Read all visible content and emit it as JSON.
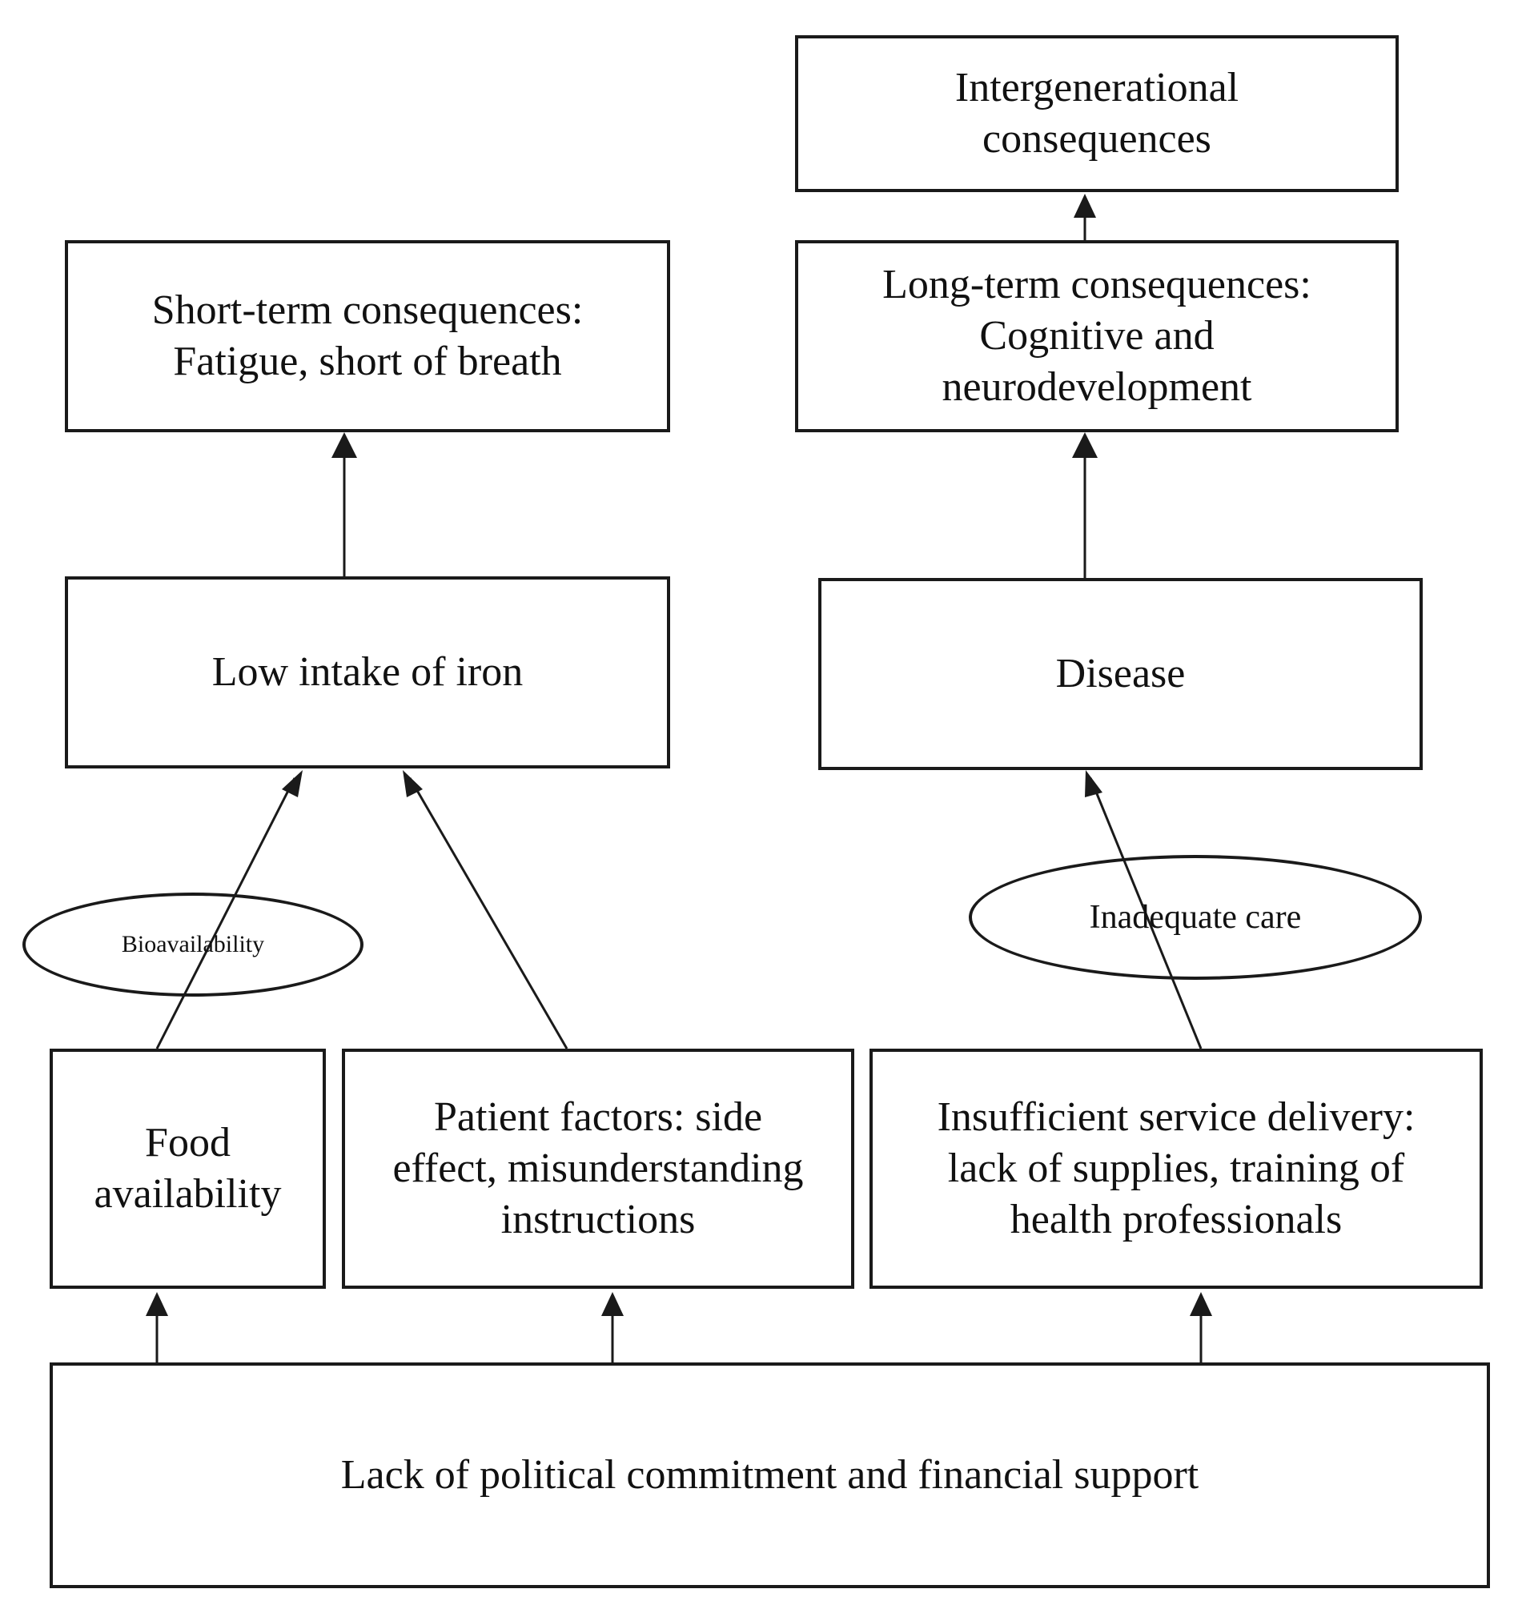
{
  "nodes": {
    "intergenerational": "Intergenerational\nconsequences",
    "long_term": "Long-term consequences:\nCognitive and\nneurodevelopment",
    "short_term": "Short-term consequences:\nFatigue, short of breath",
    "low_intake": "Low intake of iron",
    "disease": "Disease",
    "food": "Food\navailability",
    "patient": "Patient factors: side\neffect, misunderstanding\ninstructions",
    "service": "Insufficient service delivery:\nlack of supplies, training of\nhealth professionals",
    "political": "Lack of political commitment and financial support"
  },
  "modifiers": {
    "bioavailability": "Bioavailability",
    "inadequate_care": "Inadequate care"
  },
  "edges": [
    {
      "from": "long_term",
      "to": "intergenerational"
    },
    {
      "from": "low_intake",
      "to": "short_term"
    },
    {
      "from": "disease",
      "to": "long_term"
    },
    {
      "from": "food",
      "to": "low_intake",
      "label": "bioavailability"
    },
    {
      "from": "patient",
      "to": "low_intake"
    },
    {
      "from": "service",
      "to": "disease",
      "label": "inadequate_care"
    },
    {
      "from": "political",
      "to": "food"
    },
    {
      "from": "political",
      "to": "patient"
    },
    {
      "from": "political",
      "to": "service"
    }
  ],
  "colors": {
    "stroke": "#1a1a1a",
    "text": "#111111",
    "background": "#ffffff"
  }
}
